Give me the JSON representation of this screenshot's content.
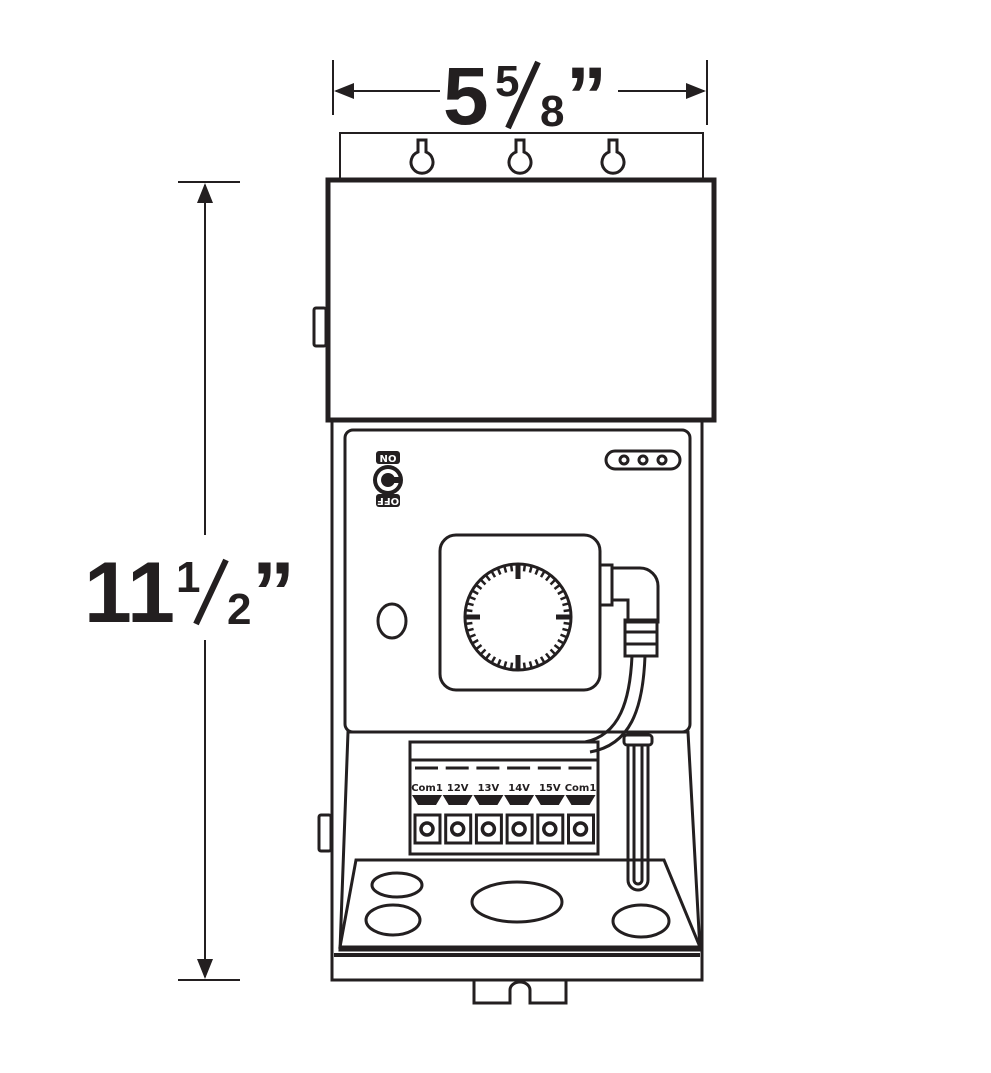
{
  "dimensions": {
    "width": {
      "whole": "5",
      "num": "5",
      "den": "8",
      "unit": "”"
    },
    "height": {
      "whole": "11",
      "num": "1",
      "den": "2",
      "unit": "”"
    }
  },
  "switch": {
    "on_label": "ON",
    "off_label": "OFF"
  },
  "terminals": [
    "Com1",
    "12V",
    "13V",
    "14V",
    "15V",
    "Com1"
  ],
  "colors": {
    "line": "#231f20",
    "background": "#ffffff"
  }
}
